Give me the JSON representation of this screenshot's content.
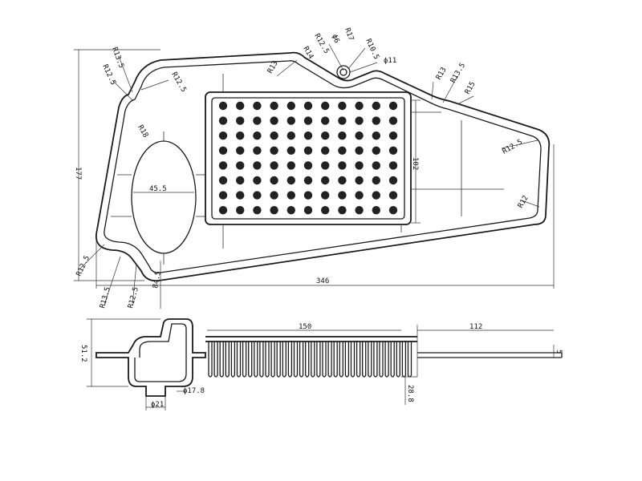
{
  "labels": {
    "overall_length": "346",
    "overall_height": "177",
    "grid_height": "102",
    "oval_diameter": "45.5",
    "lower_dim": "84.5",
    "hole_diameter": "ϕ11",
    "side_height": "51.2",
    "fin_length": "150",
    "tail_length": "112",
    "tail_thickness": "5",
    "fin_depth": "28.8",
    "neck_outer": "ϕ17.8",
    "neck_inner": "ϕ21"
  },
  "radii": {
    "r_top_left_1": "R13.5",
    "r_top_left_2": "R12.5",
    "r_top_left_3": "R12.5",
    "r_top_mid": "R13",
    "r_top_a": "R14",
    "r_top_b": "R12.5",
    "r_top_c": "R10.5",
    "r_top_d": "ϕ6",
    "r_top_e": "R17",
    "r_top_right_1": "R13",
    "r_top_right_2": "R13.5",
    "r_top_right_3": "R15",
    "r_right_1": "R12.5",
    "r_right_2": "R12",
    "r_oval": "R18",
    "r_bottom_1": "R12.5",
    "r_bottom_2": "R13.5",
    "r_bottom_3": "R12.5"
  }
}
